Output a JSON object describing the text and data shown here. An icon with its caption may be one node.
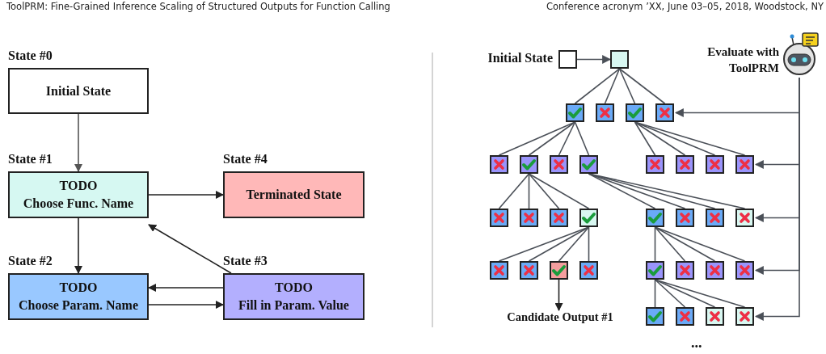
{
  "diagram": {
    "nodes": [
      {
        "text": [
          "State #0",
          "Initial State"
        ]
      },
      {
        "text": [
          "State #1",
          "TODO",
          "Choose Func. Name"
        ]
      },
      {
        "text": [
          "State #4",
          "Terminated State"
        ]
      },
      {
        "text": [
          "State #2",
          "TODO",
          "Choose Param. Name"
        ]
      },
      {
        "text": [
          "State #3",
          "TODO",
          "Fill in Param. Value"
        ]
      },
      {
        "text": [],
        "shape": "box",
        "beside": [
          "Initial State"
        ]
      },
      {
        "text": [],
        "shape": "box"
      },
      {
        "text": [],
        "shape": "picture",
        "beside": [
          "Evaluate with ToolPRM"
        ]
      },
      {
        "text": [],
        "shape": "box"
      },
      {
        "text": [],
        "shape": "box"
      },
      {
        "text": [],
        "shape": "box"
      },
      {
        "text": [],
        "shape": "box"
      },
      {
        "text": [],
        "shape": "box"
      },
      {
        "text": [],
        "shape": "box"
      },
      {
        "text": [],
        "shape": "box"
      },
      {
        "text": [],
        "shape": "box"
      },
      {
        "text": [],
        "shape": "box"
      },
      {
        "text": [],
        "shape": "box"
      },
      {
        "text": [],
        "shape": "box"
      },
      {
        "text": [],
        "shape": "box"
      },
      {
        "text": [],
        "shape": "box"
      },
      {
        "text": [],
        "shape": "box"
      },
      {
        "text": [],
        "shape": "box"
      },
      {
        "text": [],
        "shape": "box"
      },
      {
        "text": [],
        "shape": "box"
      },
      {
        "text": [],
        "shape": "box"
      },
      {
        "text": [],
        "shape": "box"
      },
      {
        "text": [],
        "shape": "box"
      },
      {
        "text": [],
        "shape": "box"
      },
      {
        "text": [],
        "shape": "box"
      },
      {
        "text": [],
        "shape": "box"
      },
      {
        "text": [],
        "shape": "box"
      },
      {
        "text": [],
        "shape": "box"
      },
      {
        "text": [],
        "shape": "box"
      },
      {
        "text": [],
        "shape": "box"
      },
      {
        "text": [],
        "shape": "box"
      },
      {
        "text": [
          "Candidate Output #1"
        ]
      },
      {
        "text": [],
        "shape": "box"
      },
      {
        "text": [],
        "shape": "box"
      },
      {
        "text": [],
        "shape": "box"
      },
      {
        "text": [],
        "shape": "box"
      }
    ],
    "edges": [
      {
        "from": 0,
        "to": 1,
        "arrow": "to",
        "color": "#555555"
      },
      {
        "from": 1,
        "to": 2,
        "arrow": "to"
      },
      {
        "from": 1,
        "to": 3,
        "arrow": "to"
      },
      {
        "from": 4,
        "to": 1,
        "arrow": "to"
      },
      {
        "from": 4,
        "to": 3,
        "arrow": "to"
      },
      {
        "from": 3,
        "to": 4,
        "arrow": "to"
      },
      {
        "from": 5,
        "to": 6,
        "arrow": "to"
      },
      {
        "from": 6,
        "to": 8,
        "arrow": "none"
      },
      {
        "from": 6,
        "to": 9,
        "arrow": "none"
      },
      {
        "from": 6,
        "to": 10,
        "arrow": "none"
      },
      {
        "from": 6,
        "to": 11,
        "arrow": "none"
      },
      {
        "from": 8,
        "to": 12,
        "arrow": "none"
      },
      {
        "from": 8,
        "to": 13,
        "arrow": "none"
      },
      {
        "from": 8,
        "to": 14,
        "arrow": "none"
      },
      {
        "from": 8,
        "to": 15,
        "arrow": "none"
      },
      {
        "from": 10,
        "to": 16,
        "arrow": "none"
      },
      {
        "from": 10,
        "to": 17,
        "arrow": "none"
      },
      {
        "from": 10,
        "to": 18,
        "arrow": "none"
      },
      {
        "from": 10,
        "to": 19,
        "arrow": "none"
      },
      {
        "from": 13,
        "to": 20,
        "arrow": "none"
      },
      {
        "from": 13,
        "to": 21,
        "arrow": "none"
      },
      {
        "from": 13,
        "to": 22,
        "arrow": "none"
      },
      {
        "from": 13,
        "to": 23,
        "arrow": "none"
      },
      {
        "from": 15,
        "to": 24,
        "arrow": "none"
      },
      {
        "from": 15,
        "to": 25,
        "arrow": "none"
      },
      {
        "from": 15,
        "to": 26,
        "arrow": "none"
      },
      {
        "from": 15,
        "to": 27,
        "arrow": "none"
      },
      {
        "from": 23,
        "to": 28,
        "arrow": "none"
      },
      {
        "from": 23,
        "to": 29,
        "arrow": "none"
      },
      {
        "from": 23,
        "to": 30,
        "arrow": "none"
      },
      {
        "from": 23,
        "to": 31,
        "arrow": "none"
      },
      {
        "from": 24,
        "to": 32,
        "arrow": "none"
      },
      {
        "from": 24,
        "to": 33,
        "arrow": "none"
      },
      {
        "from": 24,
        "to": 34,
        "arrow": "none"
      },
      {
        "from": 24,
        "to": 35,
        "arrow": "none"
      },
      {
        "from": 30,
        "to": 36,
        "arrow": "to"
      },
      {
        "from": 32,
        "to": 37,
        "arrow": "none"
      },
      {
        "from": 32,
        "to": 38,
        "arrow": "none"
      },
      {
        "from": 32,
        "to": 39,
        "arrow": "none"
      },
      {
        "from": 32,
        "to": 40,
        "arrow": "none"
      },
      {
        "from": 7,
        "to": 11,
        "arrow": "to"
      },
      {
        "from": 7,
        "to": 19,
        "arrow": "to"
      },
      {
        "from": 7,
        "to": 27,
        "arrow": "to"
      },
      {
        "from": 7,
        "to": 35,
        "arrow": "to"
      },
      {
        "from": 7,
        "to": 40,
        "arrow": "to"
      }
    ],
    "labels": [
      "ToolPRM: Fine-Grained Inference Scaling of Structured Outputs for Function Calling",
      "Conference acronym ’XX, June 03–05, 2018, Woodstock, NY",
      "..."
    ]
  }
}
